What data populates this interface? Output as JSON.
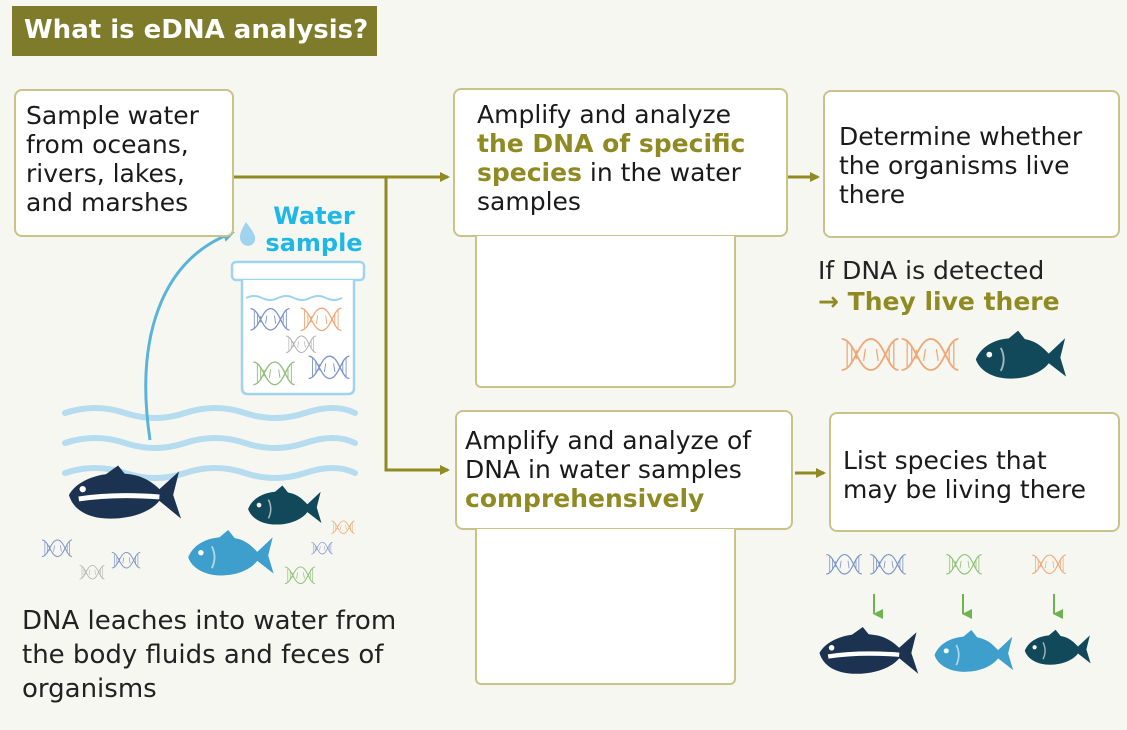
{
  "title": "What is eDNA analysis?",
  "sample_box": {
    "lines": [
      "Sample water",
      "from oceans,",
      "rivers, lakes,",
      "and marshes"
    ]
  },
  "water_sample_label": {
    "line1": "Water",
    "line2": "sample"
  },
  "specific_box": {
    "line1": "Amplify and analyze",
    "highlight1": "the DNA of specific",
    "highlight2": "species",
    "line3_rest": " in the water",
    "line4": "samples"
  },
  "determine_box": {
    "lines": [
      "Determine whether",
      "the organisms live",
      "there"
    ]
  },
  "detected_note": {
    "line1": "If DNA is detected",
    "arrow": "→",
    "line2": "They live there"
  },
  "comprehensive_box": {
    "line1": "Amplify and analyze of",
    "line2": "DNA in water samples",
    "highlight": "comprehensively"
  },
  "list_box": {
    "lines": [
      "List species that",
      "may be living there"
    ]
  },
  "leach_caption": {
    "lines": [
      "DNA leaches into water from",
      "the body fluids and feces of",
      "organisms"
    ]
  },
  "colors": {
    "banner": "#7e7c2a",
    "highlight": "#8f8a22",
    "box_border": "#c9c38a",
    "water_label": "#1fb8e6",
    "dna_orange": "#f0a878",
    "dna_blue": "#7b93c9",
    "dna_green": "#8fc07a",
    "fish_dark": "#1b3350",
    "fish_teal": "#11495a",
    "fish_blue": "#3f9fcc"
  }
}
